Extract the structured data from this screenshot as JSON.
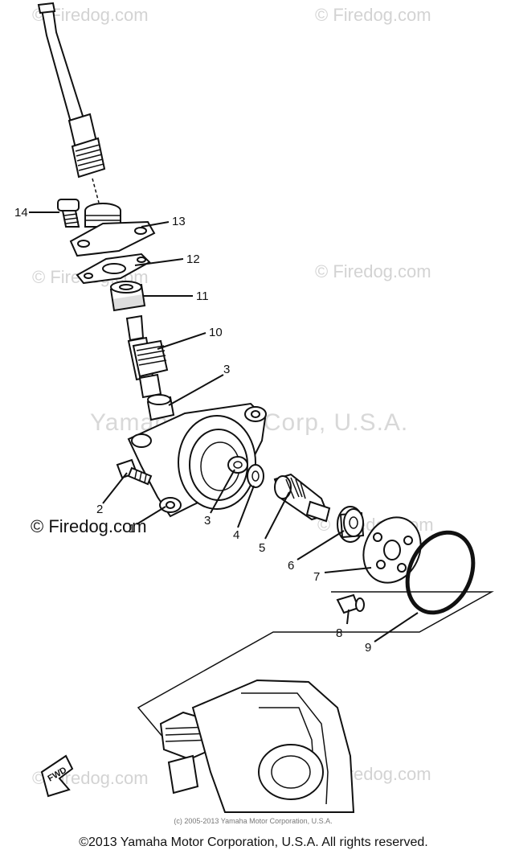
{
  "watermarks": {
    "top_left": "© Firedog.com",
    "top_right": "© Firedog.com",
    "mid_left": "© Firedog.com",
    "mid_right": "© Firedog.com",
    "center": "Yamaha Motor Corp, U.S.A.",
    "left_lower": "© Firedog.com",
    "right_lower": "© Firedog.com",
    "bottom_left": "© Firedog.com",
    "bottom_right": "© Firedog.com"
  },
  "callouts": {
    "c14": "14",
    "c13": "13",
    "c12": "12",
    "c11": "11",
    "c10": "10",
    "c3a": "3",
    "c2": "2",
    "c1": "1",
    "c3b": "3",
    "c4": "4",
    "c5": "5",
    "c6": "6",
    "c7": "7",
    "c8": "8",
    "c9": "9"
  },
  "fwd_label": "FWD",
  "small_copyright": "(c) 2005-2013 Yamaha Motor Corporation, U.S.A.",
  "footer": "©2013 Yamaha Motor Corporation, U.S.A. All rights reserved."
}
